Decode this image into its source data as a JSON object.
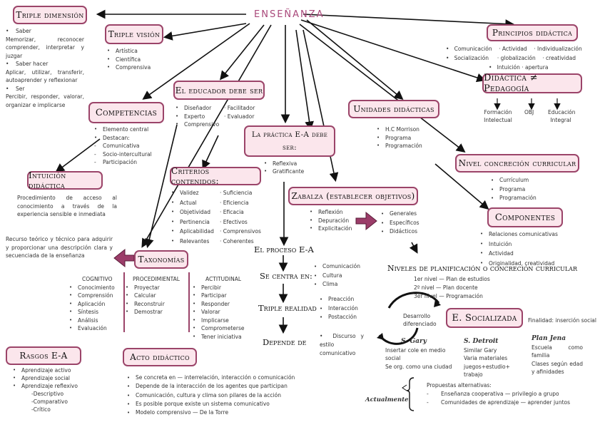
{
  "center": "ENSEÑANZA",
  "triple_dimension": {
    "title": "Triple dimensión",
    "items": [
      {
        "head": "Saber",
        "text": "Memorizar, reconocer comprender, interpretar y juzgar"
      },
      {
        "head": "Saber hacer",
        "text": "Aplicar, utilizar, transferir, autoaprender y reflexionar"
      },
      {
        "head": "Ser",
        "text": "Percibir, responder, valorar, organizar e implicarse"
      }
    ]
  },
  "triple_vision": {
    "title": "Triple visión",
    "items": [
      "Artística",
      "Científica",
      "Comprensiva"
    ]
  },
  "educador": {
    "title": "El educador debe ser",
    "col1": [
      "Diseñador",
      "Experto",
      "Comprensivo"
    ],
    "col2": [
      "· Facilitador",
      "· Evaluador"
    ]
  },
  "competencias": {
    "title": "Competencias",
    "items": [
      "Elemento central",
      "Destacan:"
    ],
    "sub": [
      "Comunicativa",
      "Socio-intercultural",
      "Participación"
    ]
  },
  "intuicion": {
    "title": "Intuición didáctica",
    "text": "Procedimiento de acceso al conocimiento a través de la experiencia sensible e inmediata"
  },
  "criterios": {
    "title": "Criterios contenidos:",
    "col1": [
      "Validez",
      "Actual",
      "Objetividad",
      "Pertinencia",
      "Aplicabilidad",
      "Relevantes"
    ],
    "col2": [
      "· Suficiencia",
      "· Eficiencia",
      "· Eficacia",
      "· Efectivos",
      "· Comprensivos",
      "· Coherentes"
    ]
  },
  "practica": {
    "title_l1": "La práctica E-A debe",
    "title_l2": "ser:",
    "items": [
      "Reflexiva",
      "Gratificante"
    ]
  },
  "unidades": {
    "title": "Unidades didácticas",
    "items": [
      "H.C Morrison",
      "Programa",
      "Programación"
    ]
  },
  "principios": {
    "title": "Principios didáctica",
    "row1": [
      "Comunicación",
      "· Actividad",
      "· Individualización"
    ],
    "row2": [
      "Socialización",
      "· globalización",
      "· creatividad"
    ],
    "row3": "Intuición · apertura"
  },
  "didactica": {
    "title": "Didáctica ≠ Pedagogía",
    "cols": [
      [
        "Formación",
        "Intelectual"
      ],
      [
        "OBJ"
      ],
      [
        "Educación",
        "Integral"
      ]
    ]
  },
  "nivel": {
    "title": "Nivel concreción curricular",
    "items": [
      "Currículum",
      "Programa",
      "Programación"
    ]
  },
  "componentes": {
    "title": "Componentes",
    "items": [
      "Relaciones comunicativas",
      "Intuición",
      "Actividad",
      "Originalidad, creatividad"
    ]
  },
  "zabalza": {
    "title": "Zabalza (establecer objetivos)",
    "left": [
      "Reflexión",
      "Depuración",
      "Explicitación"
    ],
    "right": [
      "Generales",
      "Específicos",
      "Didácticos"
    ]
  },
  "taxonomias": {
    "title": "Taxonomías",
    "desc": "Recurso teórico y técnico para adquirir y proporcionar una descripción clara y secuenciada de la enseñanza",
    "cognitivo": {
      "head": "COGNITIVO",
      "items": [
        "Conocimiento",
        "Comprensión",
        "Aplicación",
        "Síntesis",
        "Análisis",
        "Evaluación"
      ]
    },
    "procedimental": {
      "head": "PROCEDIMIENTAL",
      "items": [
        "Proyectar",
        "Calcular",
        "Reconstruir",
        "Demostrar"
      ]
    },
    "actitudinal": {
      "head": "ACTITUDINAL",
      "items": [
        "Percibir",
        "Participar",
        "Responder",
        "Valorar",
        "Implicarse",
        "Comprometerse",
        "Tener iniciativa"
      ]
    }
  },
  "proceso": {
    "step1": "El proceso E-A",
    "step2": "Se centra en:",
    "step2_items": [
      "Comunicación",
      "Cultura",
      "Clima"
    ],
    "step3": "Triple realidad",
    "step3_items": [
      "Preacción",
      "Interacción",
      "Postacción"
    ],
    "step4": "Depende de",
    "step4_items": [
      "Discurso y estilo comunicativo"
    ]
  },
  "niveles_plan": {
    "title": "Niveles de planificación o concreción curricular",
    "items": [
      "1er nivel — Plan de estudios",
      "2º nivel — Plan docente",
      "3er nivel — Programación"
    ]
  },
  "socializada": {
    "title": "E. Socializada",
    "left_note": "Desarrollo diferenciado",
    "right_note": "Finalidad: inserción social",
    "cols": [
      {
        "head": "S. Gary",
        "lines": [
          "Insertar cole en medio social",
          "Se org. como una ciudad"
        ]
      },
      {
        "head": "S. Detroit",
        "lines": [
          "Similar Gary",
          "Varia materiales juegos+estudio+ trabajo"
        ]
      },
      {
        "head": "Plan Jena",
        "lines": [
          "Escuela como familia",
          "Clases según edad y afinidades"
        ]
      }
    ]
  },
  "actualmente": {
    "label": "Actualmente",
    "head": "Propuestas alternativas:",
    "items": [
      "Enseñanza cooperativa — privilegio a grupo",
      "Comunidades de aprendizaje — aprender juntos"
    ]
  },
  "rasgos": {
    "title": "Rasgos E-A",
    "items": [
      "Aprendizaje activo",
      "Aprendizaje social",
      "Aprendizaje reflexivo"
    ],
    "sub": [
      "Descriptivo",
      "Comparativo",
      "Crítico"
    ]
  },
  "acto": {
    "title": "Acto didáctico",
    "items": [
      "Se concreta en — interrelación, interacción o comunicación",
      "Depende de la interacción de los agentes que participan",
      "Comunicación, cultura y clima son pilares de la acción",
      "Es posible porque existe un sistema comunicativo",
      "Modelo comprensivo — De la Torre"
    ]
  }
}
